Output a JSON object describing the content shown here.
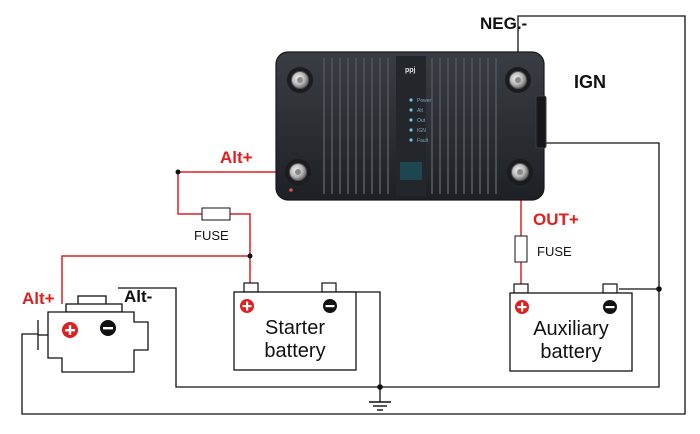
{
  "labels": {
    "neg": "NEG.-",
    "ign": "IGN",
    "alt_plus_dcdc": "Alt+",
    "alt_plus_engine": "Alt+",
    "alt_minus_engine": "Alt-",
    "out_plus": "OUT+",
    "fuse_left": "FUSE",
    "fuse_right": "FUSE"
  },
  "batteries": {
    "starter": {
      "line1": "Starter",
      "line2": "battery"
    },
    "auxiliary": {
      "line1": "Auxiliary",
      "line2": "battery"
    }
  },
  "device": {
    "logo": "ppj",
    "panel": [
      "Power",
      "Alt",
      "Out",
      "IGN",
      "Fault"
    ]
  },
  "colors": {
    "positive_wire": "#e02020",
    "negative_wire": "#111111",
    "device_body": "#2b2e33"
  }
}
